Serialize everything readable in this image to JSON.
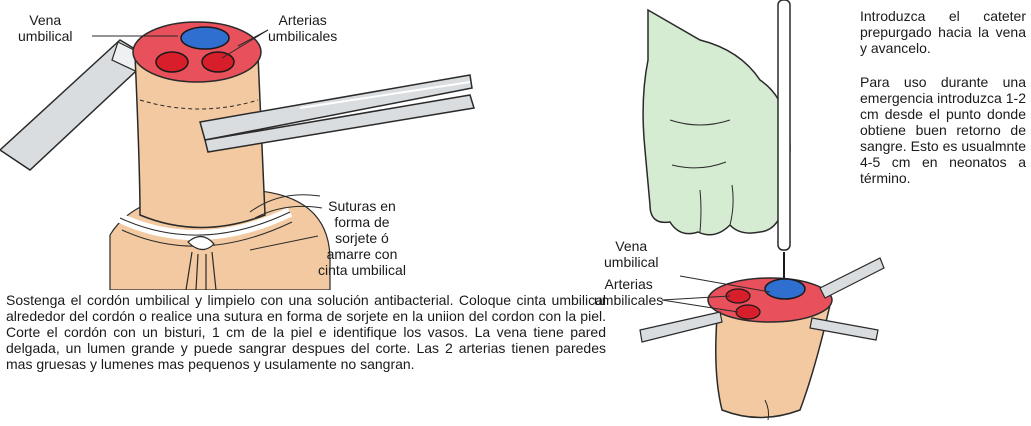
{
  "left_panel": {
    "label_vena": "Vena\numbilical",
    "label_arterias": "Arterias\numbilicales",
    "label_suturas": "Suturas en\nforma de\nsorjete ó\namarre con\ncinta umbilical",
    "caption": "Sostenga el cordón umbilical y limpielo con una solución antibacterial. Coloque cinta umbilical alrededor del cordón o realice una sutura en forma de sorjete en la uniion del cordon con la piel. Corte el cordón con un bisturi, 1 cm de la piel e identifique los vasos. La vena tiene pared delgada, un lumen grande y puede sangrar despues del corte. Las 2 arterias tienen paredes mas gruesas y lumenes mas pequenos y usulamente no sangran."
  },
  "right_panel": {
    "label_vena": "Vena\numbilical",
    "label_arterias": "Arterias\numbilicales",
    "caption_1": "Introduzca el cateter prepurgado hacia la vena y avancelo.",
    "caption_2": "Para uso durante una emergencia introduzca 1-2 cm desde el punto donde obtiene buen retorno de sangre. Esto es usualmnte 4-5 cm en neonatos a término."
  },
  "colors": {
    "skin": "#f2c9a0",
    "skin_dark": "#d9a77a",
    "cut_surface": "#e8505b",
    "vein": "#2f6fd0",
    "artery": "#d81e2a",
    "glove": "#d6ecd2",
    "instrument": "#d9dde0",
    "line": "#2a2a2a"
  }
}
